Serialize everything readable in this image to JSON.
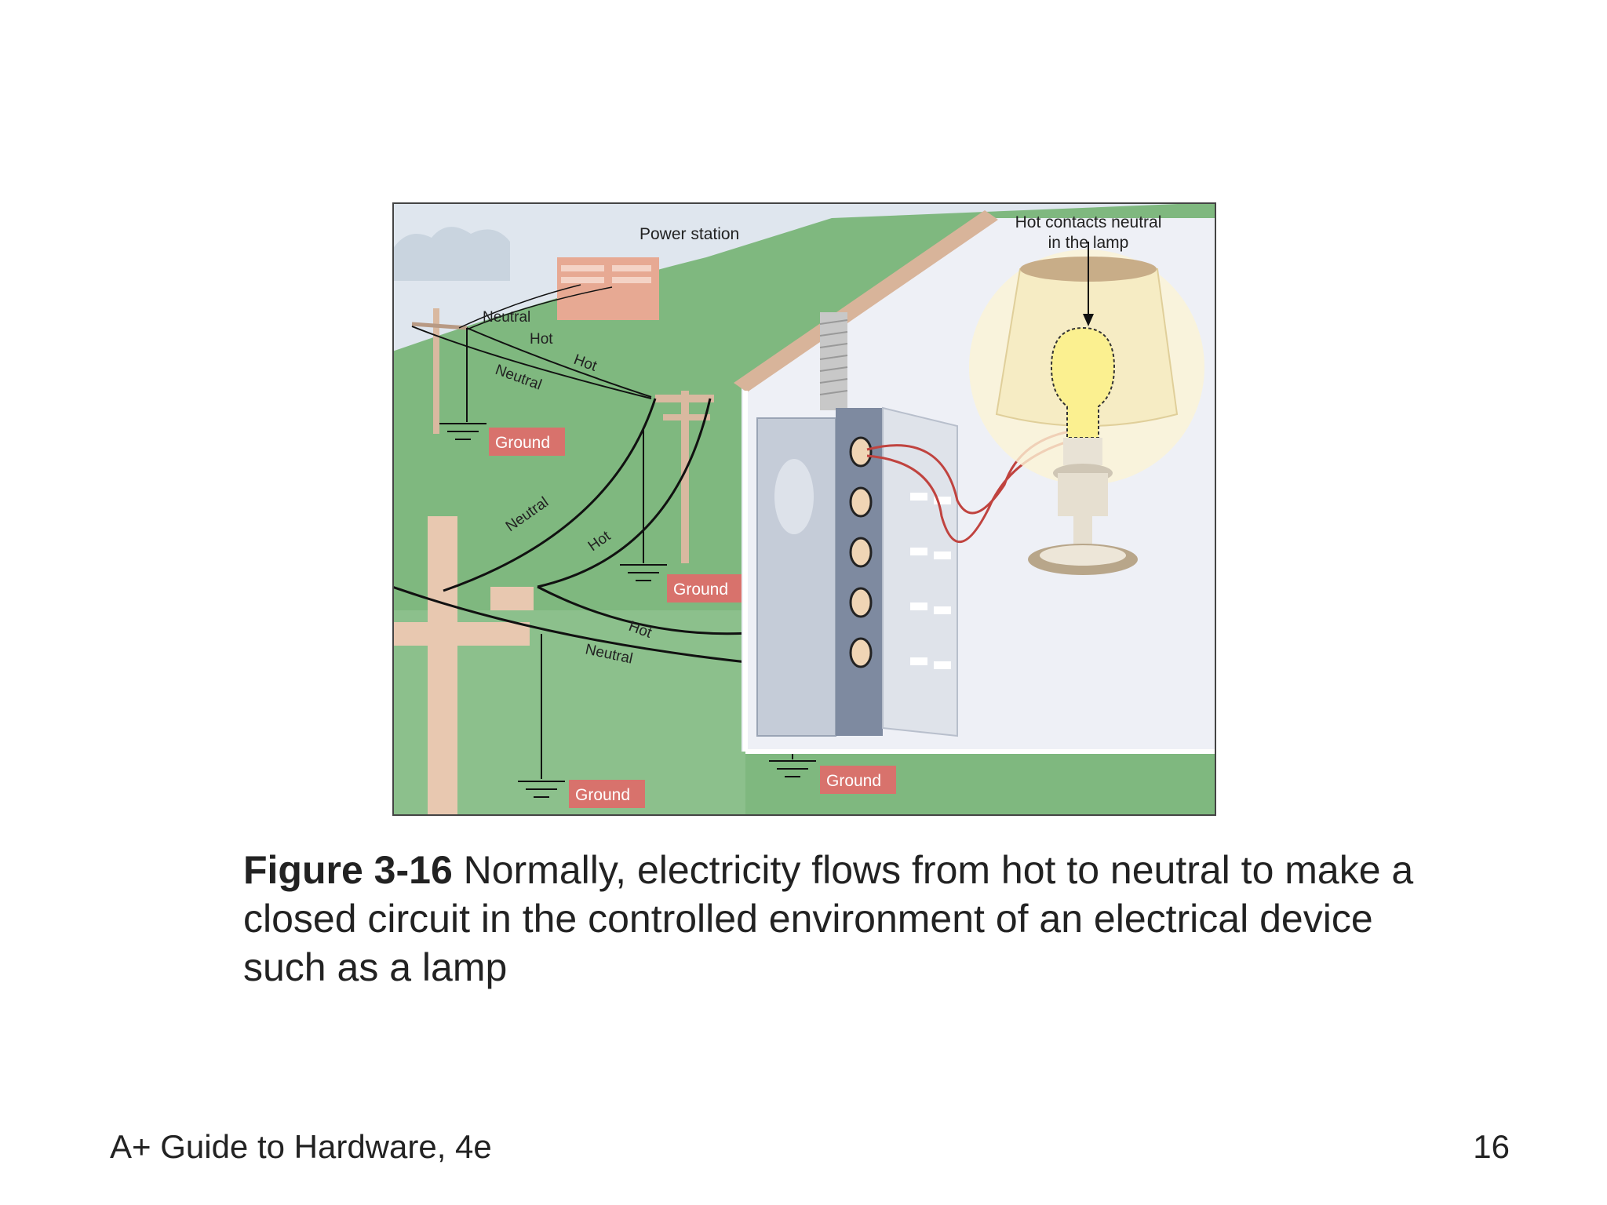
{
  "figure": {
    "labels": {
      "power_station": "Power station",
      "hot_contacts_line1": "Hot contacts neutral",
      "hot_contacts_line2": "in the lamp",
      "ground": "Ground",
      "neutral": "Neutral",
      "hot": "Hot"
    }
  },
  "caption": {
    "figure_number": "Figure 3-16",
    "text": " Normally, electricity flows from hot to neutral to make a closed circuit in the controlled environment of an electrical device such as a lamp"
  },
  "footer": {
    "book_title": "A+ Guide to Hardware, 4e",
    "page_number": "16"
  }
}
